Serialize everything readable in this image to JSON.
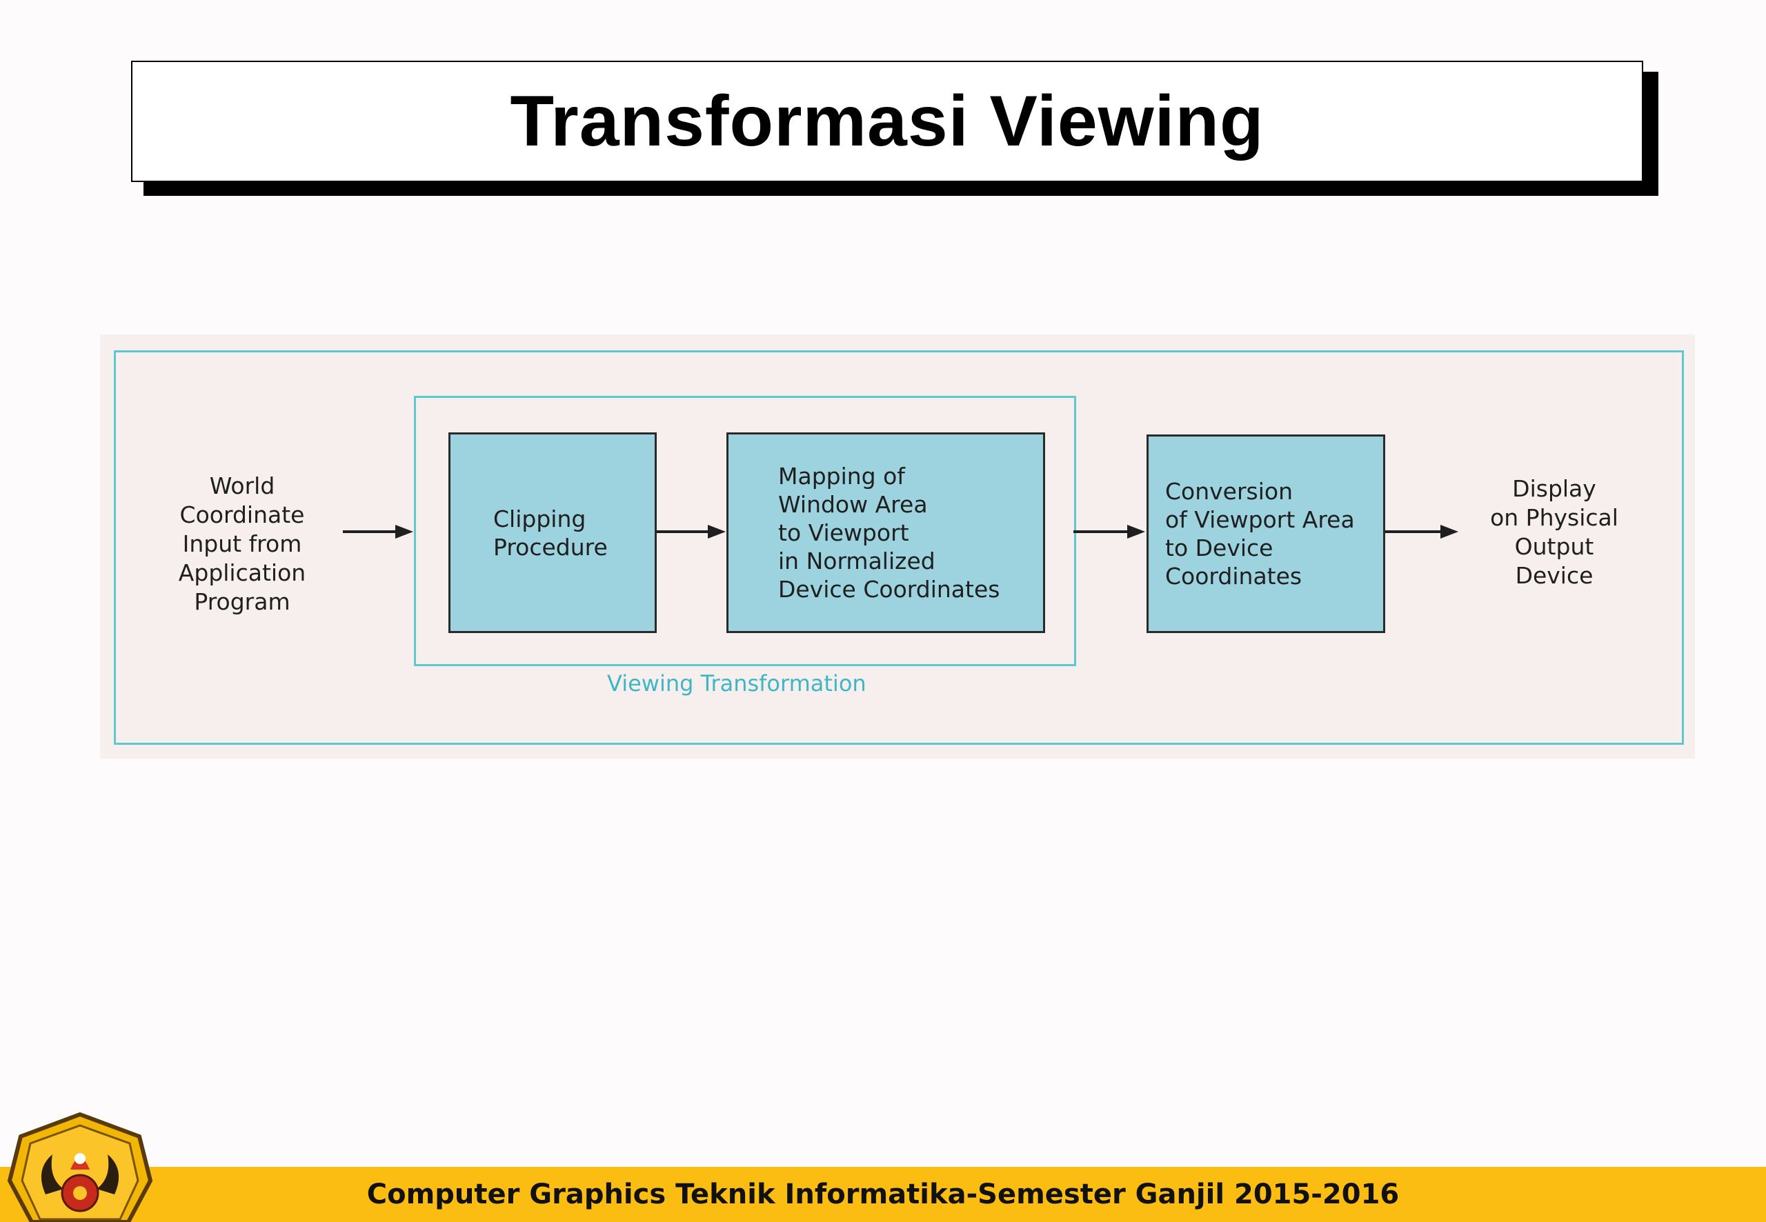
{
  "title": "Transformasi Viewing",
  "diagram": {
    "input_label": "World\nCoordinate\nInput from\nApplication\nProgram",
    "clipping": "Clipping\nProcedure",
    "mapping": "Mapping of\nWindow Area\nto Viewport\nin Normalized\nDevice Coordinates",
    "conversion": "Conversion\nof Viewport Area\nto Device\nCoordinates",
    "output_label": "Display\non Physical\nOutput\nDevice",
    "group_caption": "Viewing Transformation"
  },
  "footer": {
    "text": "Computer Graphics Teknik Informatika-Semester Ganjil 2015-2016"
  },
  "colors": {
    "block_fill": "#9dd3df",
    "frame_cyan": "#5fc8cf",
    "footer_bar": "#fbbd11"
  }
}
